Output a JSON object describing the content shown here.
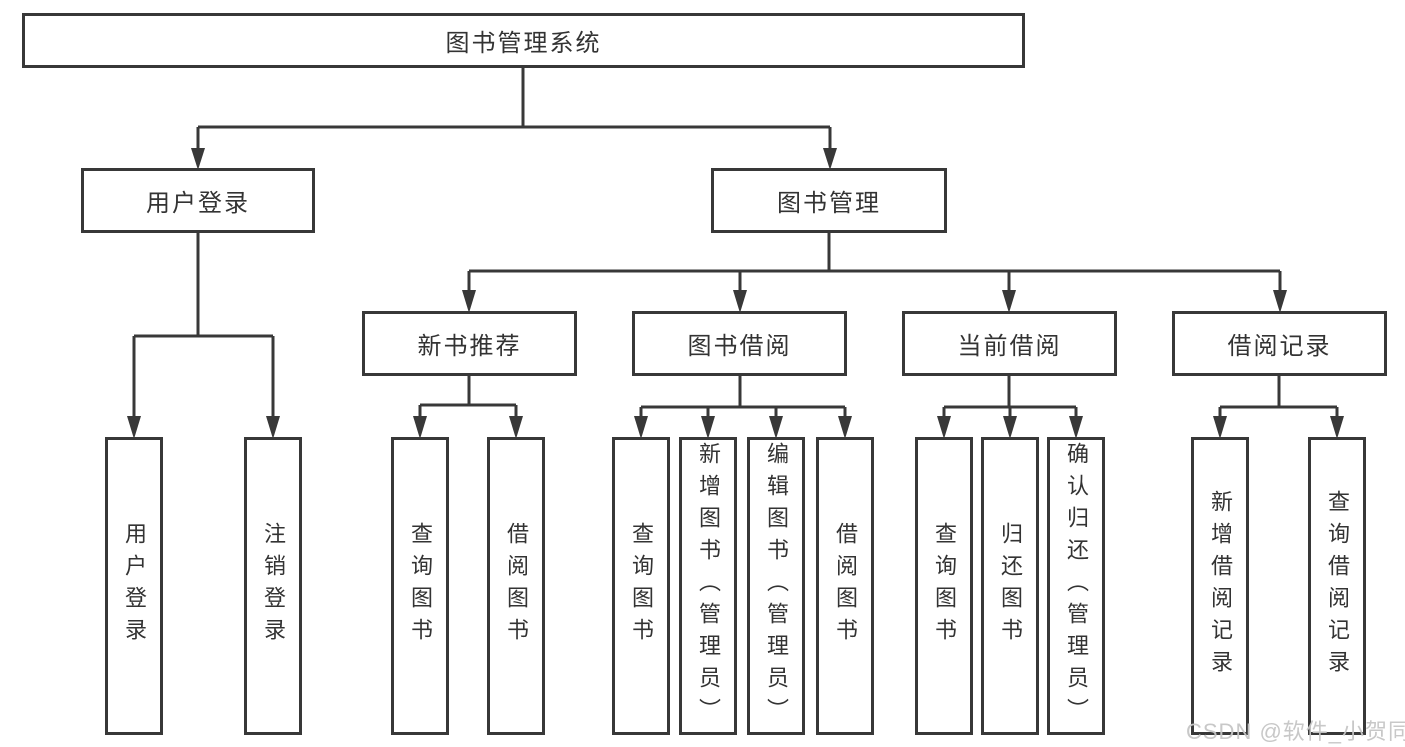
{
  "diagram": {
    "root": {
      "label": "图书管理系统"
    },
    "branches": [
      {
        "label": "用户登录",
        "children": [
          {
            "label": "用户登录"
          },
          {
            "label": "注销登录"
          }
        ]
      },
      {
        "label": "图书管理",
        "children": [
          {
            "label": "新书推荐",
            "children": [
              {
                "label": "查询图书"
              },
              {
                "label": "借阅图书"
              }
            ]
          },
          {
            "label": "图书借阅",
            "children": [
              {
                "label": "查询图书"
              },
              {
                "label": "新增图书（管理员）"
              },
              {
                "label": "编辑图书（管理员）"
              },
              {
                "label": "借阅图书"
              }
            ]
          },
          {
            "label": "当前借阅",
            "children": [
              {
                "label": "查询图书"
              },
              {
                "label": "归还图书"
              },
              {
                "label": "确认归还（管理员）"
              }
            ]
          },
          {
            "label": "借阅记录",
            "children": [
              {
                "label": "新增借阅记录"
              },
              {
                "label": "查询借阅记录"
              }
            ]
          }
        ]
      }
    ],
    "watermark": "CSDN @软件_小贺同学",
    "colors": {
      "line": "#383838",
      "text": "#333333",
      "watermark": "#c5c5c5",
      "background": "#ffffff"
    }
  }
}
